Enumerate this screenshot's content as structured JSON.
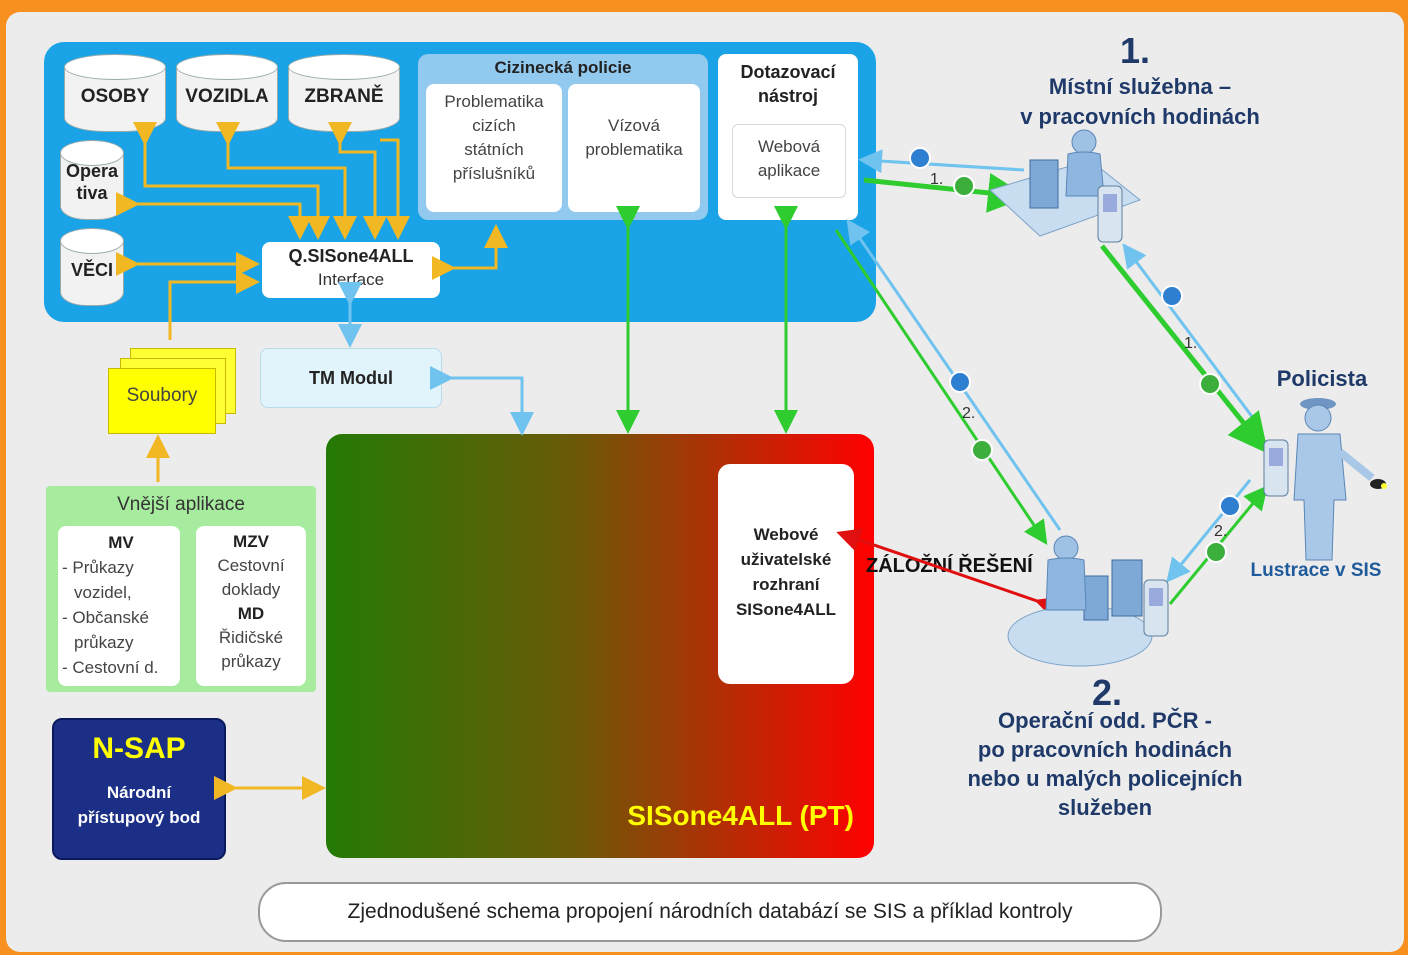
{
  "databases": {
    "osoby": "OSOBY",
    "vozidla": "VOZIDLA",
    "zbrane": "ZBRANĚ",
    "operativa_1": "Opera",
    "operativa_2": "tiva",
    "veci": "VĚCI"
  },
  "cizinecka": {
    "title": "Cizinecká policie",
    "box1": [
      "Problematika",
      "cizích",
      "státních",
      "příslušníků"
    ],
    "box2": [
      "Vízová",
      "problematika"
    ]
  },
  "dotazovaci": {
    "title_1": "Dotazovací",
    "title_2": "nástroj",
    "web_1": "Webová",
    "web_2": "aplikace"
  },
  "interface": {
    "line1": "Q.SISone4ALL",
    "line2": "Interface"
  },
  "tm_modul": "TM Modul",
  "soubory": "Soubory",
  "vnejsi": {
    "title": "Vnější aplikace",
    "mv_title": "MV",
    "mv_lines": [
      "- Průkazy",
      "vozidel,",
      "- Občanské",
      "průkazy",
      "- Cestovní d."
    ],
    "mzv_title": "MZV",
    "mzv_lines": [
      "Cestovní",
      "doklady"
    ],
    "md_title": "MD",
    "md_lines": [
      "Řidičské",
      "průkazy"
    ]
  },
  "nsap": {
    "title": "N-SAP",
    "line1": "Národní",
    "line2": "přístupový bod"
  },
  "sisone": {
    "label": "SISone4ALL (PT)",
    "web_lines": [
      "Webové",
      "uživatelské",
      "rozhraní",
      "SISone4ALL"
    ]
  },
  "zalozni": "ZÁLOŽNÍ ŘEŠENÍ",
  "site1": {
    "num": "1.",
    "line1": "Místní služebna –",
    "line2": "v pracovních hodinách"
  },
  "site2": {
    "num": "2.",
    "lines": [
      "Operační odd. PČR -",
      "po pracovních hodinách",
      "nebo u malých policejních",
      "služeben"
    ]
  },
  "policista": "Policista",
  "lustrace": "Lustrace v SIS",
  "arrow_labels": {
    "a1": "1.",
    "a2": "1.",
    "a3": "2.",
    "a4": "2."
  },
  "caption": "Zjednodušené schema propojení národních databází se SIS a příklad kontroly",
  "colors": {
    "blue": "#1aa3e6",
    "green_arrow": "#33cc33",
    "orange_arrow": "#f2b824",
    "light_arrow": "#6fc3ee",
    "red_arrow": "#e01010",
    "navy": "#1b2f86"
  }
}
